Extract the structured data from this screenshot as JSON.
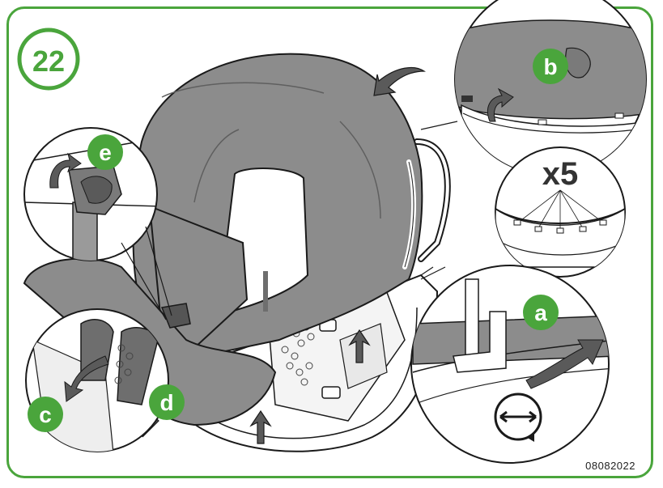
{
  "step_number": "22",
  "callouts": {
    "a": "a",
    "b": "b",
    "c": "c",
    "d": "d",
    "e": "e"
  },
  "multiplier": "x5",
  "document_code": "08082022",
  "colors": {
    "accent": "#4aa53c",
    "cover": "#8c8c8c",
    "cover_dark": "#6e6e6e",
    "line": "#1a1a1a",
    "arrow": "#5a5a5a"
  }
}
